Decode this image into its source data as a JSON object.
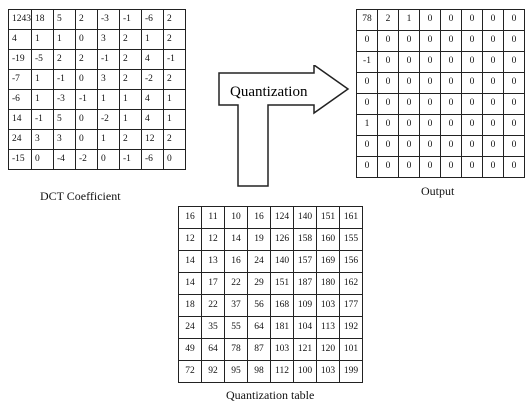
{
  "dct": {
    "caption": "DCT Coefficient",
    "rows": [
      [
        "1243",
        "18",
        "5",
        "2",
        "-3",
        "-1",
        "-6",
        "2"
      ],
      [
        "4",
        "1",
        "1",
        "0",
        "3",
        "2",
        "1",
        "2"
      ],
      [
        "-19",
        "-5",
        "2",
        "2",
        "-1",
        "2",
        "4",
        "-1"
      ],
      [
        "-7",
        "1",
        "-1",
        "0",
        "3",
        "2",
        "-2",
        "2"
      ],
      [
        "-6",
        "1",
        "-3",
        "-1",
        "1",
        "1",
        "4",
        "1"
      ],
      [
        "14",
        "-1",
        "5",
        "0",
        "-2",
        "1",
        "4",
        "1"
      ],
      [
        "24",
        "3",
        "3",
        "0",
        "1",
        "2",
        "12",
        "2"
      ],
      [
        "-15",
        "0",
        "-4",
        "-2",
        "0",
        "-1",
        "-6",
        "0"
      ]
    ]
  },
  "output": {
    "caption": "Output",
    "rows": [
      [
        "78",
        "2",
        "1",
        "0",
        "0",
        "0",
        "0",
        "0"
      ],
      [
        "0",
        "0",
        "0",
        "0",
        "0",
        "0",
        "0",
        "0"
      ],
      [
        "-1",
        "0",
        "0",
        "0",
        "0",
        "0",
        "0",
        "0"
      ],
      [
        "0",
        "0",
        "0",
        "0",
        "0",
        "0",
        "0",
        "0"
      ],
      [
        "0",
        "0",
        "0",
        "0",
        "0",
        "0",
        "0",
        "0"
      ],
      [
        "1",
        "0",
        "0",
        "0",
        "0",
        "0",
        "0",
        "0"
      ],
      [
        "0",
        "0",
        "0",
        "0",
        "0",
        "0",
        "0",
        "0"
      ],
      [
        "0",
        "0",
        "0",
        "0",
        "0",
        "0",
        "0",
        "0"
      ]
    ]
  },
  "quant": {
    "caption": "Quantization table",
    "rows": [
      [
        "16",
        "11",
        "10",
        "16",
        "124",
        "140",
        "151",
        "161"
      ],
      [
        "12",
        "12",
        "14",
        "19",
        "126",
        "158",
        "160",
        "155"
      ],
      [
        "14",
        "13",
        "16",
        "24",
        "140",
        "157",
        "169",
        "156"
      ],
      [
        "14",
        "17",
        "22",
        "29",
        "151",
        "187",
        "180",
        "162"
      ],
      [
        "18",
        "22",
        "37",
        "56",
        "168",
        "109",
        "103",
        "177"
      ],
      [
        "24",
        "35",
        "55",
        "64",
        "181",
        "104",
        "113",
        "192"
      ],
      [
        "49",
        "64",
        "78",
        "87",
        "103",
        "121",
        "120",
        "101"
      ],
      [
        "72",
        "92",
        "95",
        "98",
        "112",
        "100",
        "103",
        "199"
      ]
    ]
  },
  "arrow": {
    "label": "Quantization"
  }
}
